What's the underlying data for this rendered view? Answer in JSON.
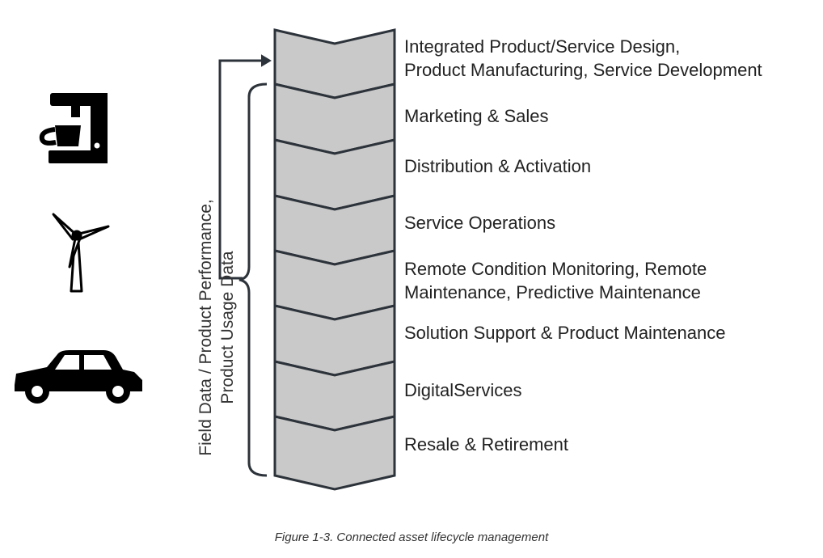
{
  "stages": [
    {
      "line1": "Integrated Product/Service Design,",
      "line2": "Product Manufacturing, Service Development"
    },
    {
      "line1": "Marketing & Sales",
      "line2": ""
    },
    {
      "line1": "Distribution & Activation",
      "line2": ""
    },
    {
      "line1": "Service Operations",
      "line2": ""
    },
    {
      "line1": "Remote Condition Monitoring, Remote",
      "line2": "Maintenance, Predictive Maintenance"
    },
    {
      "line1": "Solution Support & Product Maintenance",
      "line2": ""
    },
    {
      "line1": "DigitalServices",
      "line2": ""
    },
    {
      "line1": "Resale & Retirement",
      "line2": ""
    }
  ],
  "side_label": {
    "line1": "Field Data / Product Performance,",
    "line2": "Product Usage Data"
  },
  "icons": [
    "coffee-machine-icon",
    "wind-turbine-icon",
    "car-icon"
  ],
  "colors": {
    "chevron_fill": "#c9c9c9",
    "chevron_stroke": "#2d333a",
    "icon": "#000000",
    "text": "#222222"
  },
  "caption": "Figure 1-3. Connected asset lifecycle management"
}
